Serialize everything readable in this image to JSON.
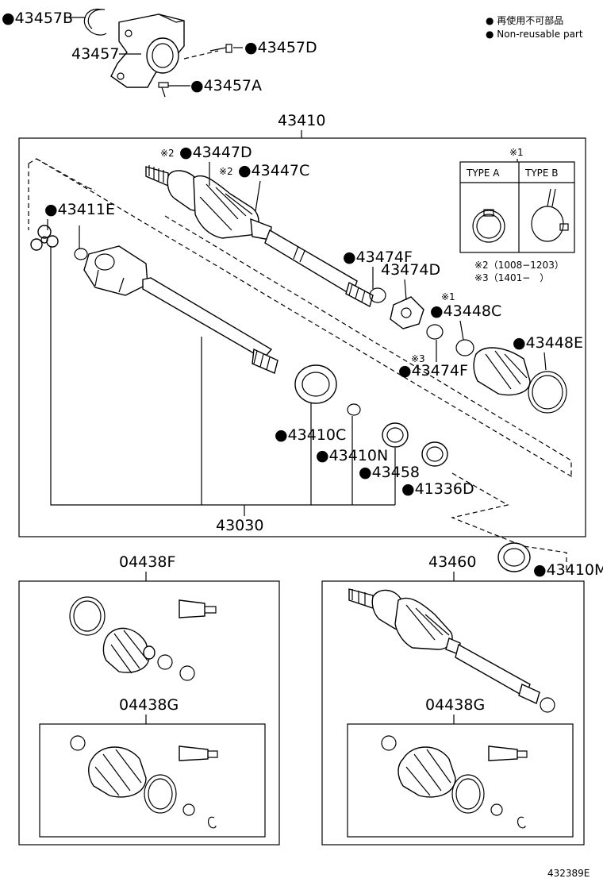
{
  "legend": {
    "jp": "● 再使用不可部品",
    "en": "● Non-reusable part"
  },
  "labels": {
    "p43457B": "●43457B",
    "p43457": "43457",
    "p43457D": "●43457D",
    "p43457A": "●43457A",
    "p43410": "43410",
    "p43447D": "●43447D",
    "p43447D_mark": "※2",
    "p43447C": "●43447C",
    "p43447C_mark": "※2",
    "p43411E": "●43411E",
    "p43474F": "●43474F",
    "p43474D": "43474D",
    "p43448C": "●43448C",
    "p43448C_mark": "※1",
    "p43448E": "●43448E",
    "p43474F2": "●43474F",
    "p43474F2_mark": "※3",
    "p43410C": "●43410C",
    "p43410N": "●43410N",
    "p43458": "●43458",
    "p41336D": "●41336D",
    "p43030": "43030",
    "p43410M": "●43410M",
    "p04438F": "04438F",
    "p43460": "43460",
    "p04438G_left": "04438G",
    "p04438G_right": "04438G",
    "figure_id": "432389E"
  },
  "typebox": {
    "mark": "※1",
    "type_a": "TYPE A",
    "type_b": "TYPE B"
  },
  "notes": {
    "note2": "※2（1008−1203）",
    "note3": "※3（1401−　）"
  }
}
